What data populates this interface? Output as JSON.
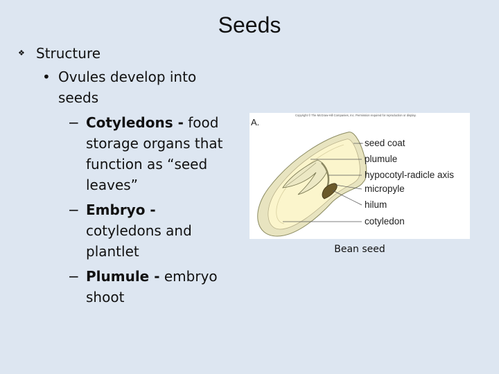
{
  "slide": {
    "title": "Seeds",
    "bullets": {
      "level1": "Structure",
      "level2": {
        "line1": "Ovules develop into",
        "line2": "seeds"
      },
      "items": [
        {
          "term": "Cotyledons -",
          "lines": [
            " food",
            "storage organs that",
            "function as “seed",
            "leaves”"
          ]
        },
        {
          "term": "Embryo -",
          "lines": [
            "",
            "cotyledons and",
            "plantlet"
          ]
        },
        {
          "term": "Plumule -",
          "lines": [
            " embryo",
            "shoot"
          ]
        }
      ]
    }
  },
  "figure": {
    "panel_letter": "A.",
    "copyright": "Copyright © The McGraw-Hill Companies, Inc. Permission required for reproduction or display.",
    "labels": [
      "seed coat",
      "plumule",
      "hypocotyl-radicle axis",
      "micropyle",
      "hilum",
      "cotyledon"
    ],
    "caption": "Bean seed",
    "colors": {
      "seed_coat": "#e8e4c0",
      "cotyledon": "#fbf5cc",
      "plumule": "#ece8c4",
      "radicle": "#6b5a2a"
    }
  }
}
